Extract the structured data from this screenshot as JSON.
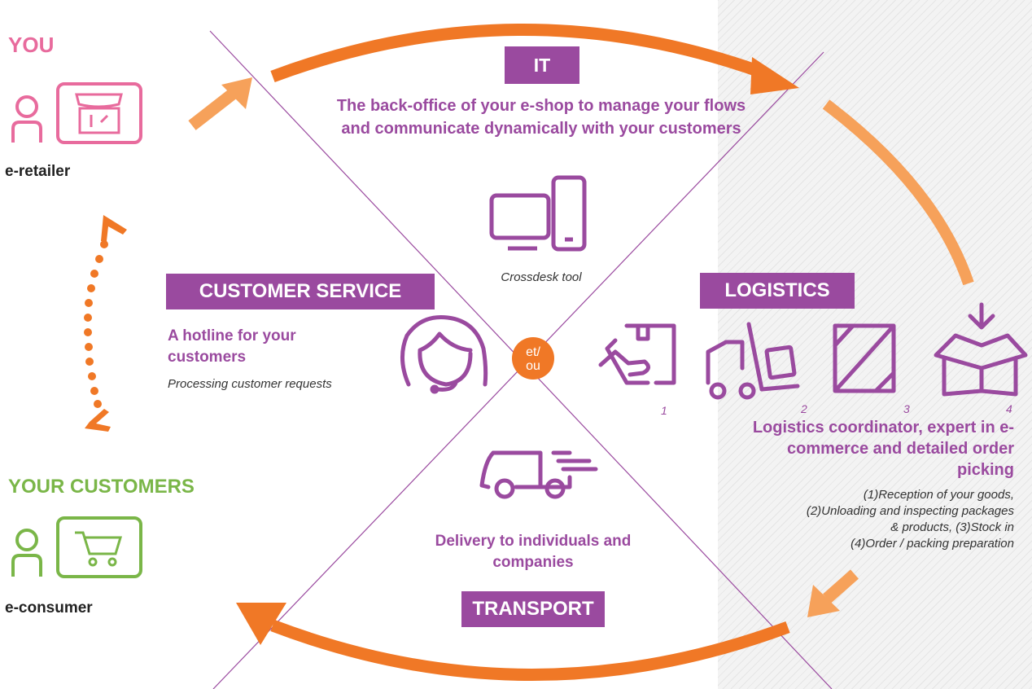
{
  "left": {
    "you_title": "YOU",
    "retailer_label": "e-retailer",
    "customers_title": "YOUR CUSTOMERS",
    "consumer_label": "e-consumer"
  },
  "it": {
    "header": "IT",
    "description": "The back-office of your e-shop to manage your flows and communicate dynamically with your customers",
    "tool_caption": "Crossdesk tool"
  },
  "customer_service": {
    "header": "CUSTOMER SERVICE",
    "title": "A hotline for your customers",
    "caption": "Processing customer requests"
  },
  "center_badge": {
    "line1": "et/",
    "line2": "ou"
  },
  "logistics": {
    "header": "LOGISTICS",
    "step_numbers": [
      "1",
      "2",
      "3",
      "4"
    ],
    "title": "Logistics coordinator, expert in e-commerce and detailed order picking",
    "details": [
      "(1)Reception of your goods,",
      "(2)Unloading and inspecting packages",
      "& products, (3)Stock in",
      "(4)Order / packing preparation"
    ]
  },
  "transport": {
    "header": "TRANSPORT",
    "description": "Delivery to individuals and companies"
  },
  "colors": {
    "purple": "#9a4a9f",
    "orange": "#f07826",
    "light_orange": "#f6a15a",
    "pink": "#e86b9d",
    "green": "#7ab648"
  },
  "icons": [
    "person-icon",
    "shop-icon",
    "cart-icon",
    "device-icon",
    "headset-agent-icon",
    "receive-box-icon",
    "forklift-icon",
    "stock-icon",
    "packing-box-icon",
    "delivery-truck-icon"
  ]
}
